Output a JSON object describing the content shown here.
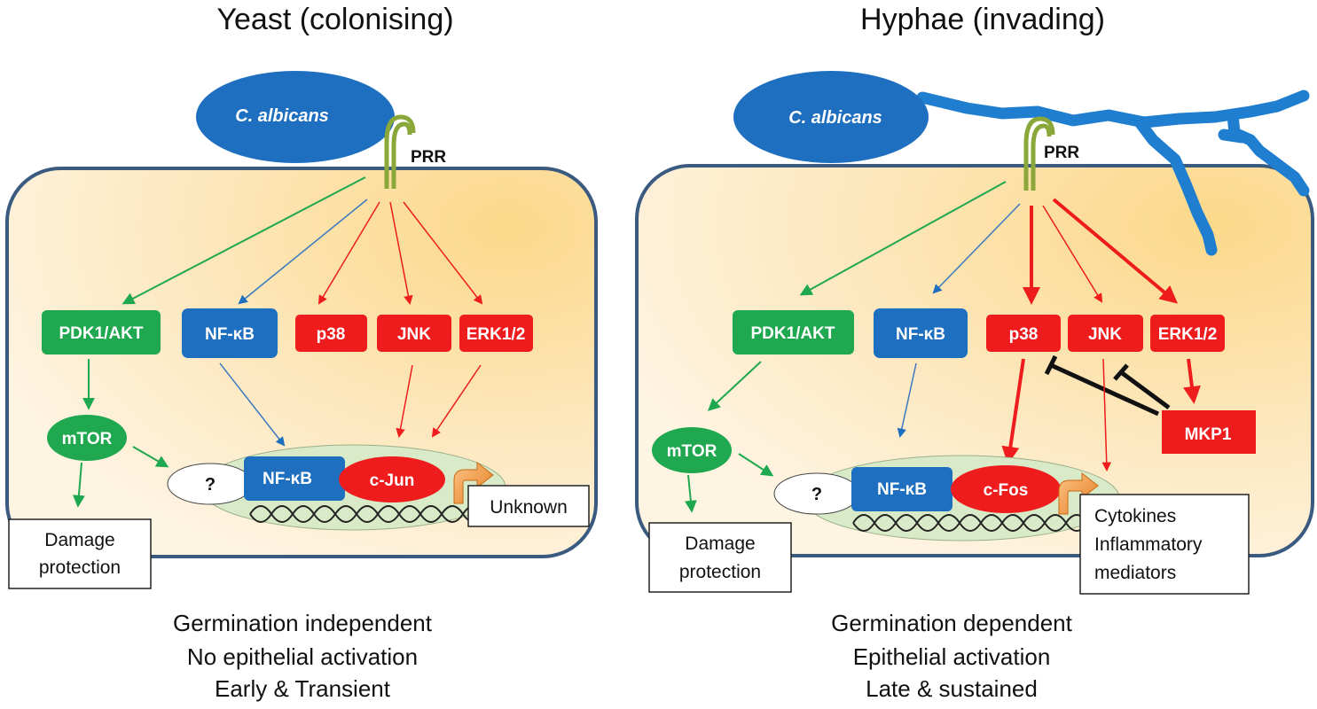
{
  "left": {
    "title": "Yeast (colonising)",
    "pathogen": "C. albicans",
    "receptor": "PRR",
    "nodes": {
      "akt": "PDK1/AKT",
      "nfkb": "NF-κB",
      "p38": "p38",
      "jnk": "JNK",
      "erk": "ERK1/2",
      "mtor": "mTOR"
    },
    "nucleus": {
      "unknown_factor": "?",
      "nfkb": "NF-κB",
      "tf": "c-Jun"
    },
    "outputs": {
      "damage": [
        "Damage",
        "protection"
      ],
      "gene": [
        "Unknown"
      ]
    },
    "summary": [
      "Germination independent",
      "No epithelial activation",
      "Early & Transient"
    ]
  },
  "right": {
    "title": "Hyphae (invading)",
    "pathogen": "C. albicans",
    "receptor": "PRR",
    "nodes": {
      "akt": "PDK1/AKT",
      "nfkb": "NF-κB",
      "p38": "p38",
      "jnk": "JNK",
      "erk": "ERK1/2",
      "mtor": "mTOR",
      "mkp1": "MKP1"
    },
    "nucleus": {
      "unknown_factor": "?",
      "nfkb": "NF-κB",
      "tf": "c-Fos"
    },
    "outputs": {
      "damage": [
        "Damage",
        "protection"
      ],
      "gene": [
        "Cytokines",
        "Inflammatory",
        "mediators"
      ]
    },
    "summary": [
      "Germination dependent",
      "Epithelial activation",
      "Late & sustained"
    ]
  },
  "colors": {
    "green": "#1fa84f",
    "blue": "#1f6fc0",
    "red": "#ee1c1c",
    "cell_border": "#3a5a80",
    "receptor": "#8aa83a",
    "hyphae": "#1f7ed0",
    "nucleus_fill": "#d8eac8",
    "orange_arrow": "#f29a3a",
    "inhibitor": "#111111"
  }
}
